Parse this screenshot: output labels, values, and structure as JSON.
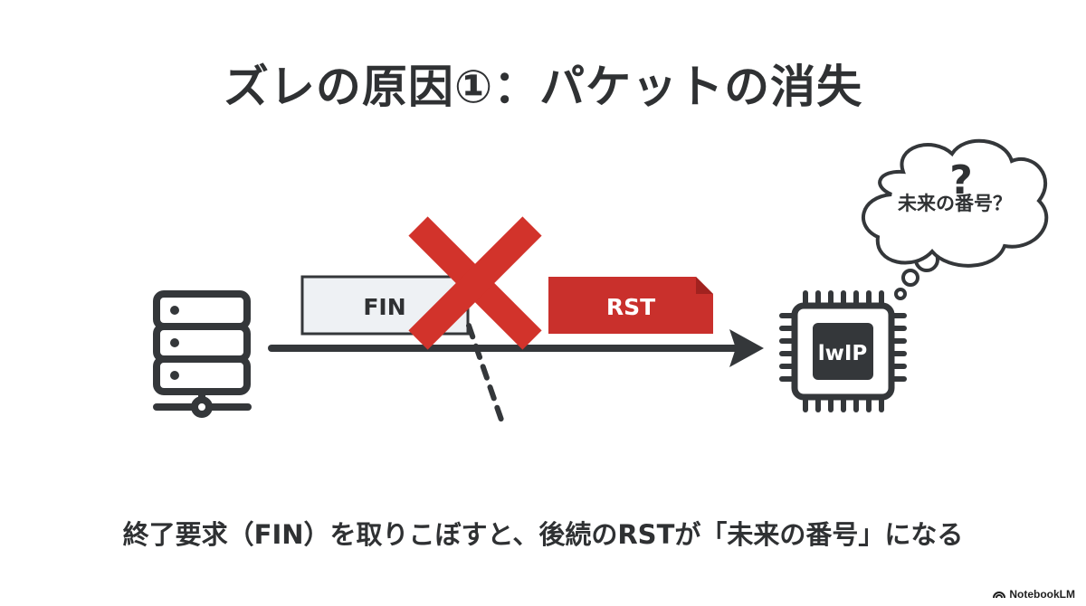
{
  "title": "ズレの原因①：パケットの消失",
  "diagram": {
    "fin_label": "FIN",
    "rst_label": "RST",
    "chip_label": "lwIP",
    "thought_text": "未来の番号？",
    "thought_mark": "?",
    "colors": {
      "dark": "#34373a",
      "fin_fill": "#eef1f4",
      "rst_red": "#c9302c",
      "cross_red": "#d2332b"
    },
    "icons": {
      "sender": "server-icon",
      "receiver": "chip-icon",
      "lost": "cross-icon"
    }
  },
  "caption": "終了要求（FIN）を取りこぼすと、後続のRSTが「未来の番号」になる",
  "footer": {
    "brand": "NotebookLM"
  }
}
